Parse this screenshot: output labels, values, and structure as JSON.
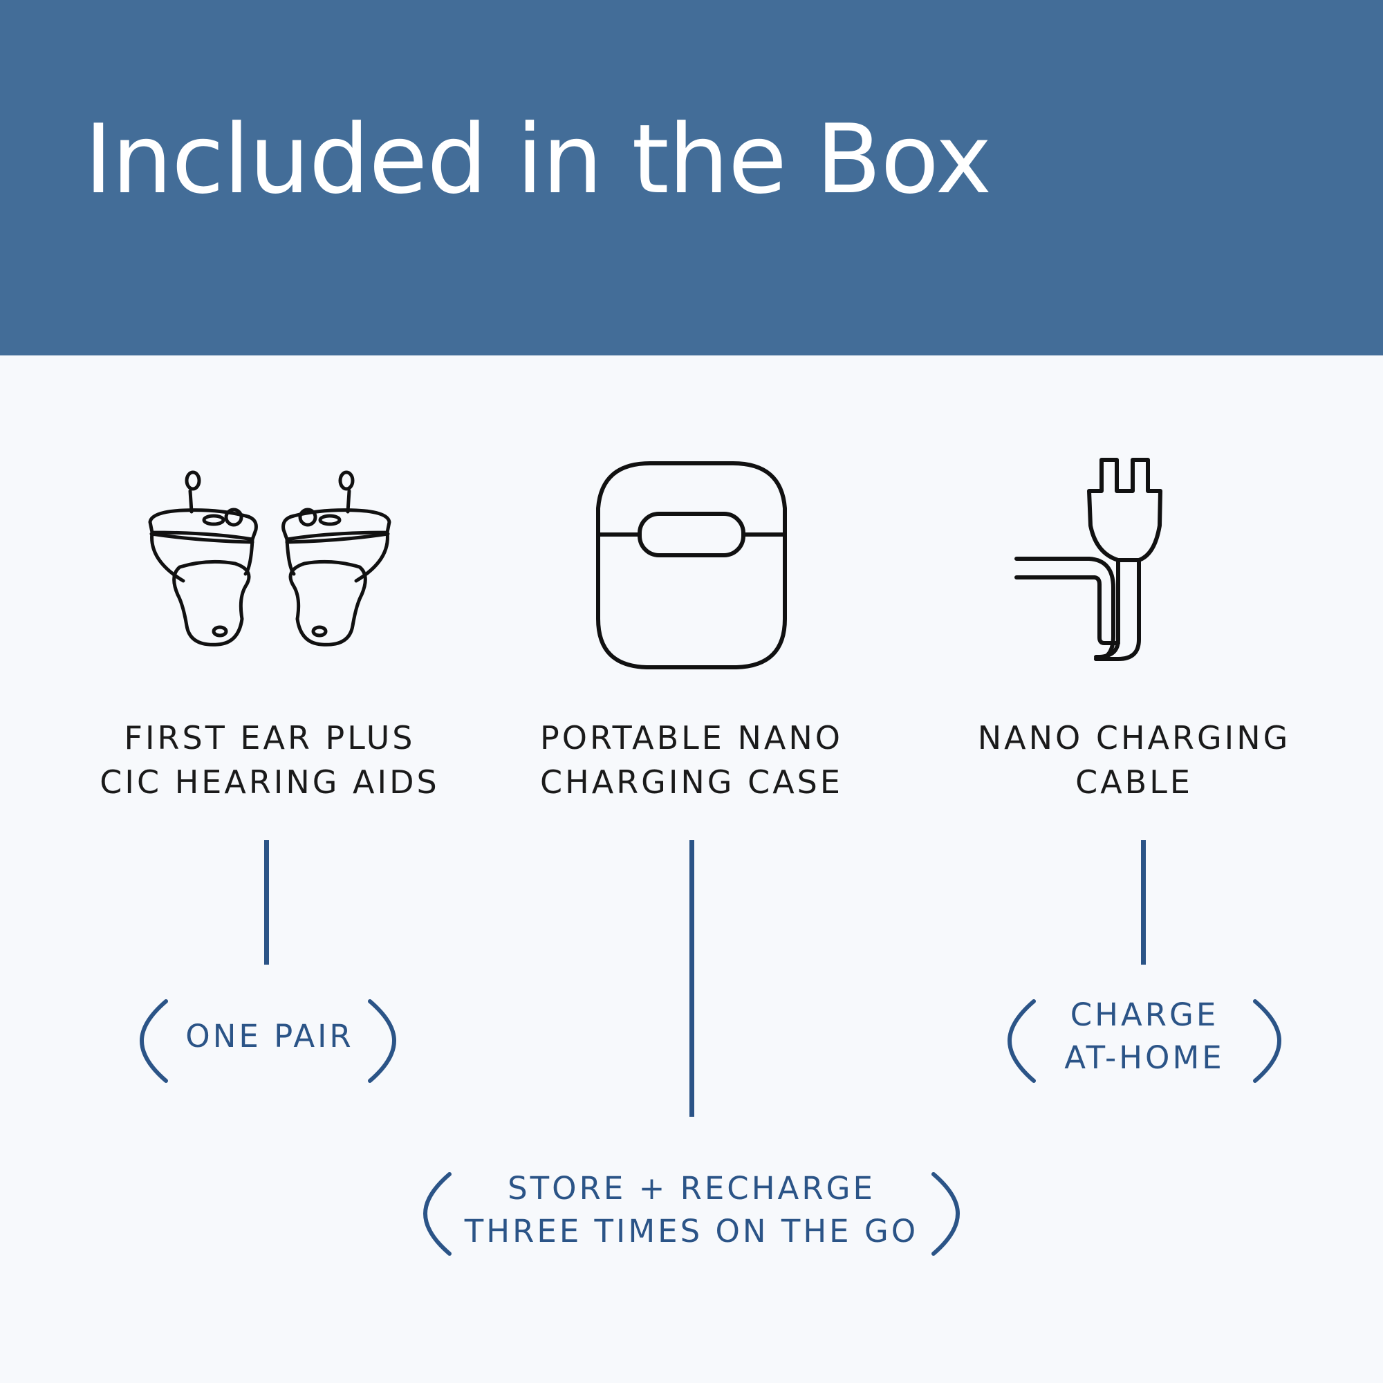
{
  "title": "Included in the Box",
  "colors": {
    "header": "#436d98",
    "accent": "#2b5487",
    "text": "#1a1a1a",
    "background": "#f7f9fc"
  },
  "items": [
    {
      "icon": "hearing-aids-icon",
      "label_line1": "FIRST EAR PLUS",
      "label_line2": "CIC HEARING AIDS",
      "note_line1": "ONE PAIR",
      "note_line2": ""
    },
    {
      "icon": "charging-case-icon",
      "label_line1": "PORTABLE NANO",
      "label_line2": "CHARGING CASE",
      "note_line1": "STORE + RECHARGE",
      "note_line2": "THREE TIMES ON THE GO"
    },
    {
      "icon": "charging-cable-icon",
      "label_line1": "NANO CHARGING",
      "label_line2": "CABLE",
      "note_line1": "CHARGE",
      "note_line2": "AT-HOME"
    }
  ]
}
